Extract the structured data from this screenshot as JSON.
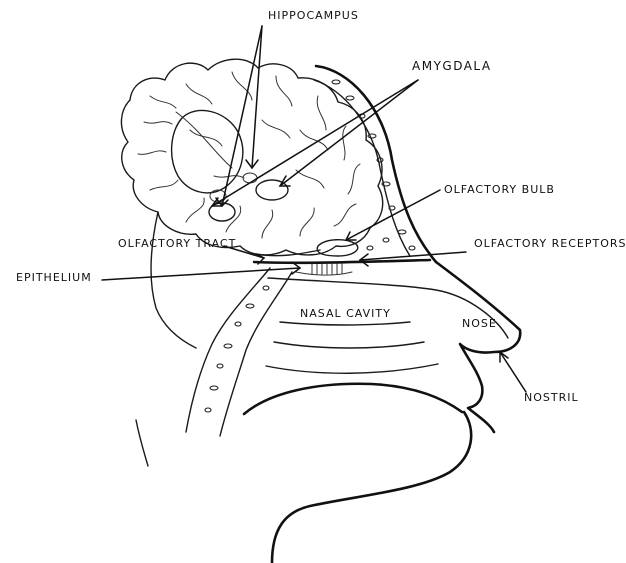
{
  "labels": {
    "hippocampus": "HIPPOCAMPUS",
    "amygdala": "AMYGDALA",
    "olfactory_bulb": "OLFACTORY BULB",
    "olfactory_tract": "OLFACTORY TRACT",
    "olfactory_receptors": "OLFACTORY RECEPTORS",
    "epithelium": "EPITHELIUM",
    "nasal_cavity": "NASAL CAVITY",
    "nose": "NOSE",
    "nostril": "NOSTRIL"
  },
  "colors": {
    "ink": "#111111",
    "paper": "#ffffff"
  }
}
